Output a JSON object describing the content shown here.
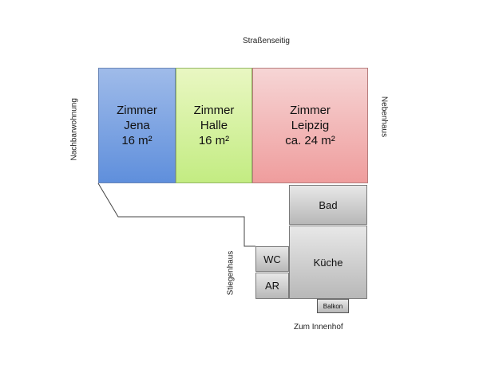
{
  "labels": {
    "top": "Straßenseitig",
    "left": "Nachbarwohnung",
    "right": "Nebenhaus",
    "stairs": "Stiegenhaus",
    "bottom": "Zum Innenhof"
  },
  "rooms": {
    "jena": {
      "line1": "Zimmer",
      "line2": "Jena",
      "line3": "16 m²"
    },
    "halle": {
      "line1": "Zimmer",
      "line2": "Halle",
      "line3": "16 m²"
    },
    "leipzig": {
      "line1": "Zimmer",
      "line2": "Leipzig",
      "line3": "ca. 24 m²"
    },
    "bad": "Bad",
    "kueche": "Küche",
    "wc": "WC",
    "ar": "AR",
    "balkon": "Balkon"
  },
  "colors": {
    "jena": "#6f9ae0",
    "halle": "#c7ee8c",
    "leipzig": "#f0a5a5",
    "service_rooms": "#c8c8c8"
  }
}
